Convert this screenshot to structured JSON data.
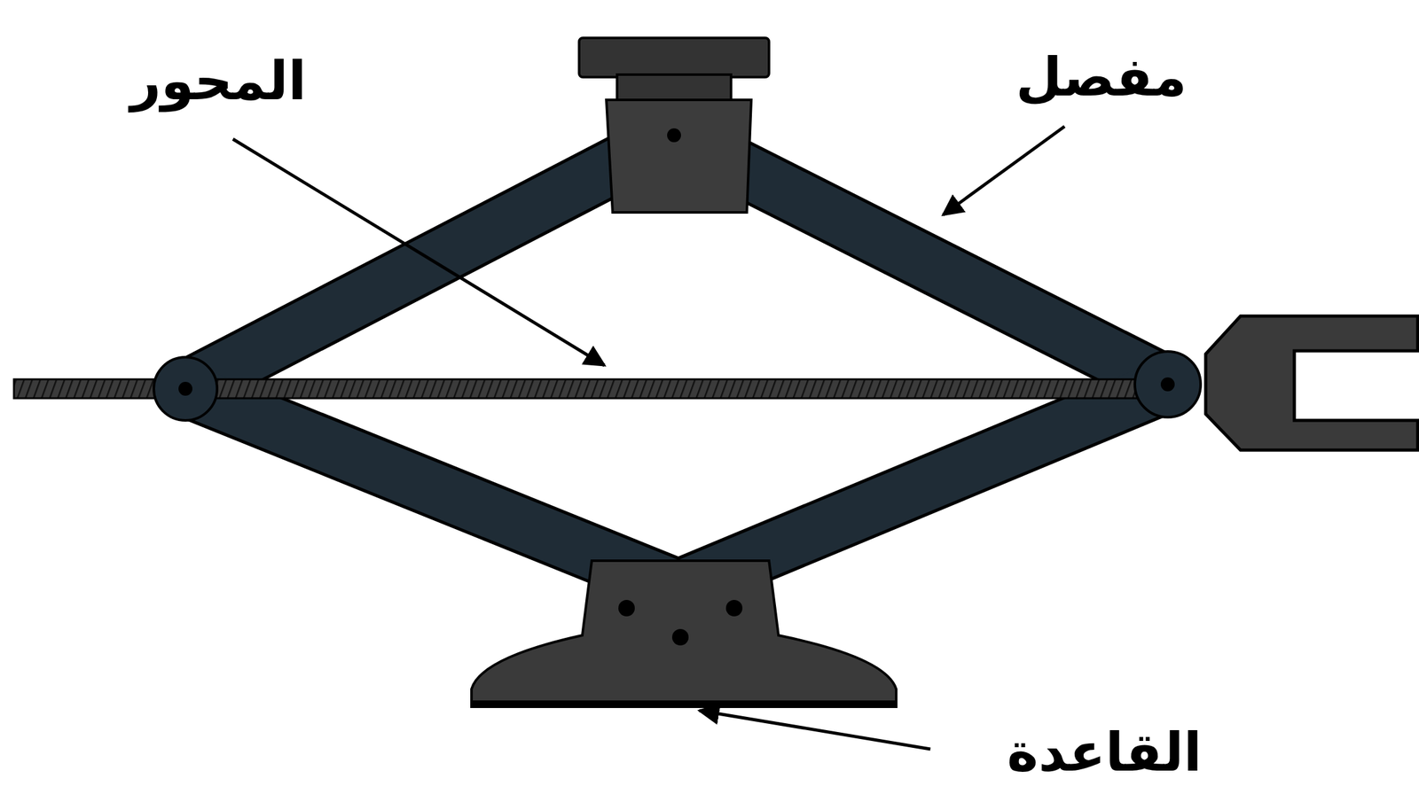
{
  "diagram": {
    "labels": [
      "المحور",
      "مفصل",
      "القاعدة"
    ]
  }
}
